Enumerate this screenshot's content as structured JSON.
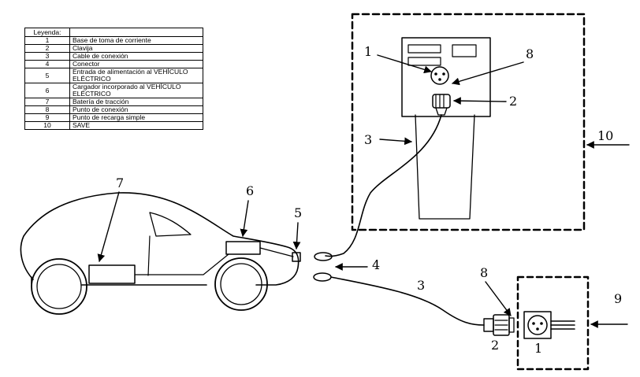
{
  "legend": {
    "title": "Leyenda:",
    "rows": [
      {
        "num": "1",
        "text": "Base de toma de corriente"
      },
      {
        "num": "2",
        "text": "Clavija"
      },
      {
        "num": "3",
        "text": "Cable de conexión"
      },
      {
        "num": "4",
        "text": "Conector"
      },
      {
        "num": "5",
        "text": "Entrada de alimentación al VEHÍCULO ELÉCTRICO"
      },
      {
        "num": "6",
        "text": "Cargador incorporado al VEHÍCULO ELÉCTRICO"
      },
      {
        "num": "7",
        "text": "Batería de tracción"
      },
      {
        "num": "8",
        "text": "Punto de conexión"
      },
      {
        "num": "9",
        "text": "Punto de recarga simple"
      },
      {
        "num": "10",
        "text": "SAVE"
      }
    ]
  },
  "labels": {
    "station_outlet": "1",
    "station_plug": "2",
    "station_cable": "3",
    "station_point": "8",
    "station_box": "10",
    "connectors": "4",
    "car_inlet": "5",
    "car_charger": "6",
    "car_battery": "7",
    "simple_cable": "3",
    "simple_plug": "2",
    "simple_outlet": "1",
    "simple_point": "8",
    "simple_box": "9"
  }
}
